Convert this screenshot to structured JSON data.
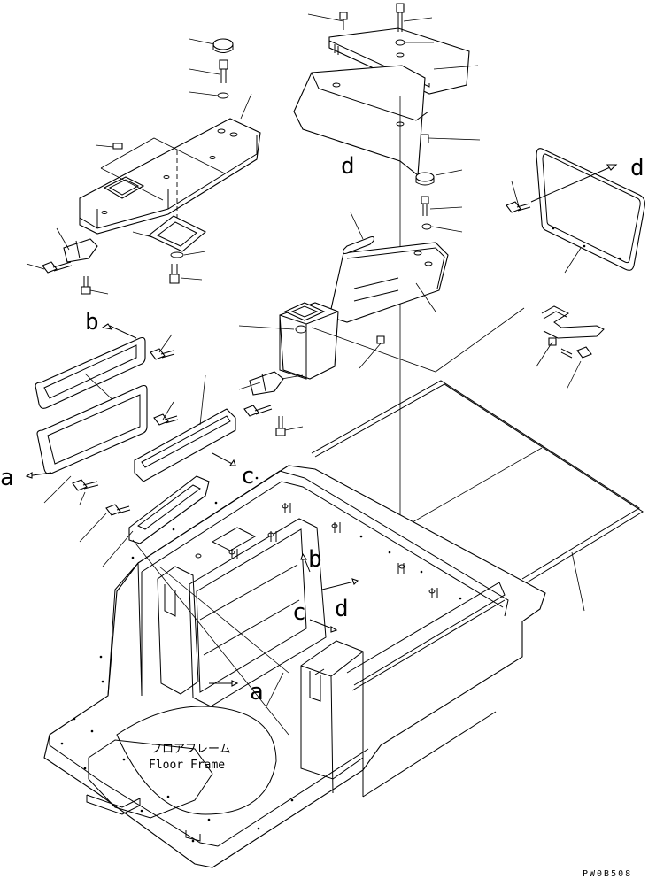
{
  "labels": {
    "callout_a_left": "a",
    "callout_a_frame": "a",
    "callout_b_left": "b",
    "callout_b_frame": "b",
    "callout_c_left": "c",
    "callout_c_frame": "c",
    "callout_d_right": "d",
    "callout_d_cover": "d",
    "callout_d_frame": "d"
  },
  "frame_label": {
    "japanese": "フロアフレーム",
    "english": "Floor Frame"
  },
  "drawing_code": "PW0B508"
}
